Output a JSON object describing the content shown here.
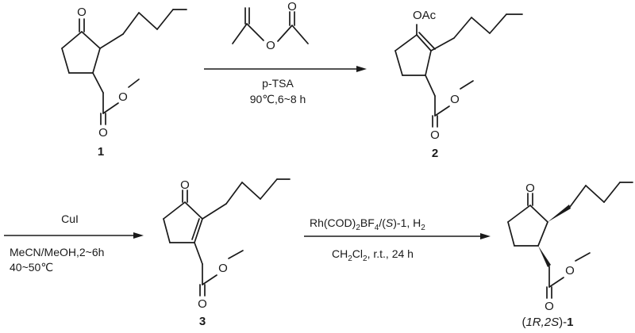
{
  "scheme": {
    "compounds": [
      {
        "id": "1",
        "label": "1"
      },
      {
        "id": "2",
        "label": "2"
      },
      {
        "id": "3",
        "label": "3"
      },
      {
        "id": "p",
        "label_prefix": "(",
        "label_italic_1": "1R,2S",
        "label_mid": ")-",
        "label_bold": "1"
      }
    ],
    "atom_labels": {
      "ketone_o": "O",
      "ester_o": "O",
      "acetate": "OAc"
    },
    "step1": {
      "line1": "p-TSA",
      "line2": "90℃,6~8 h"
    },
    "step2": {
      "line1": "CuI",
      "line2": "MeCN/MeOH,2~6h",
      "line3": "40~50℃"
    },
    "step3": {
      "p1": "Rh(COD)",
      "s1": "2",
      "p2": "BF",
      "s2": "4",
      "p3": "/(",
      "it1": "S",
      "p4": ")-1, H",
      "s3": "2",
      "q1": "CH",
      "t1": "2",
      "q2": "Cl",
      "t2": "2",
      "q3": ", r.t., 24 h"
    }
  }
}
